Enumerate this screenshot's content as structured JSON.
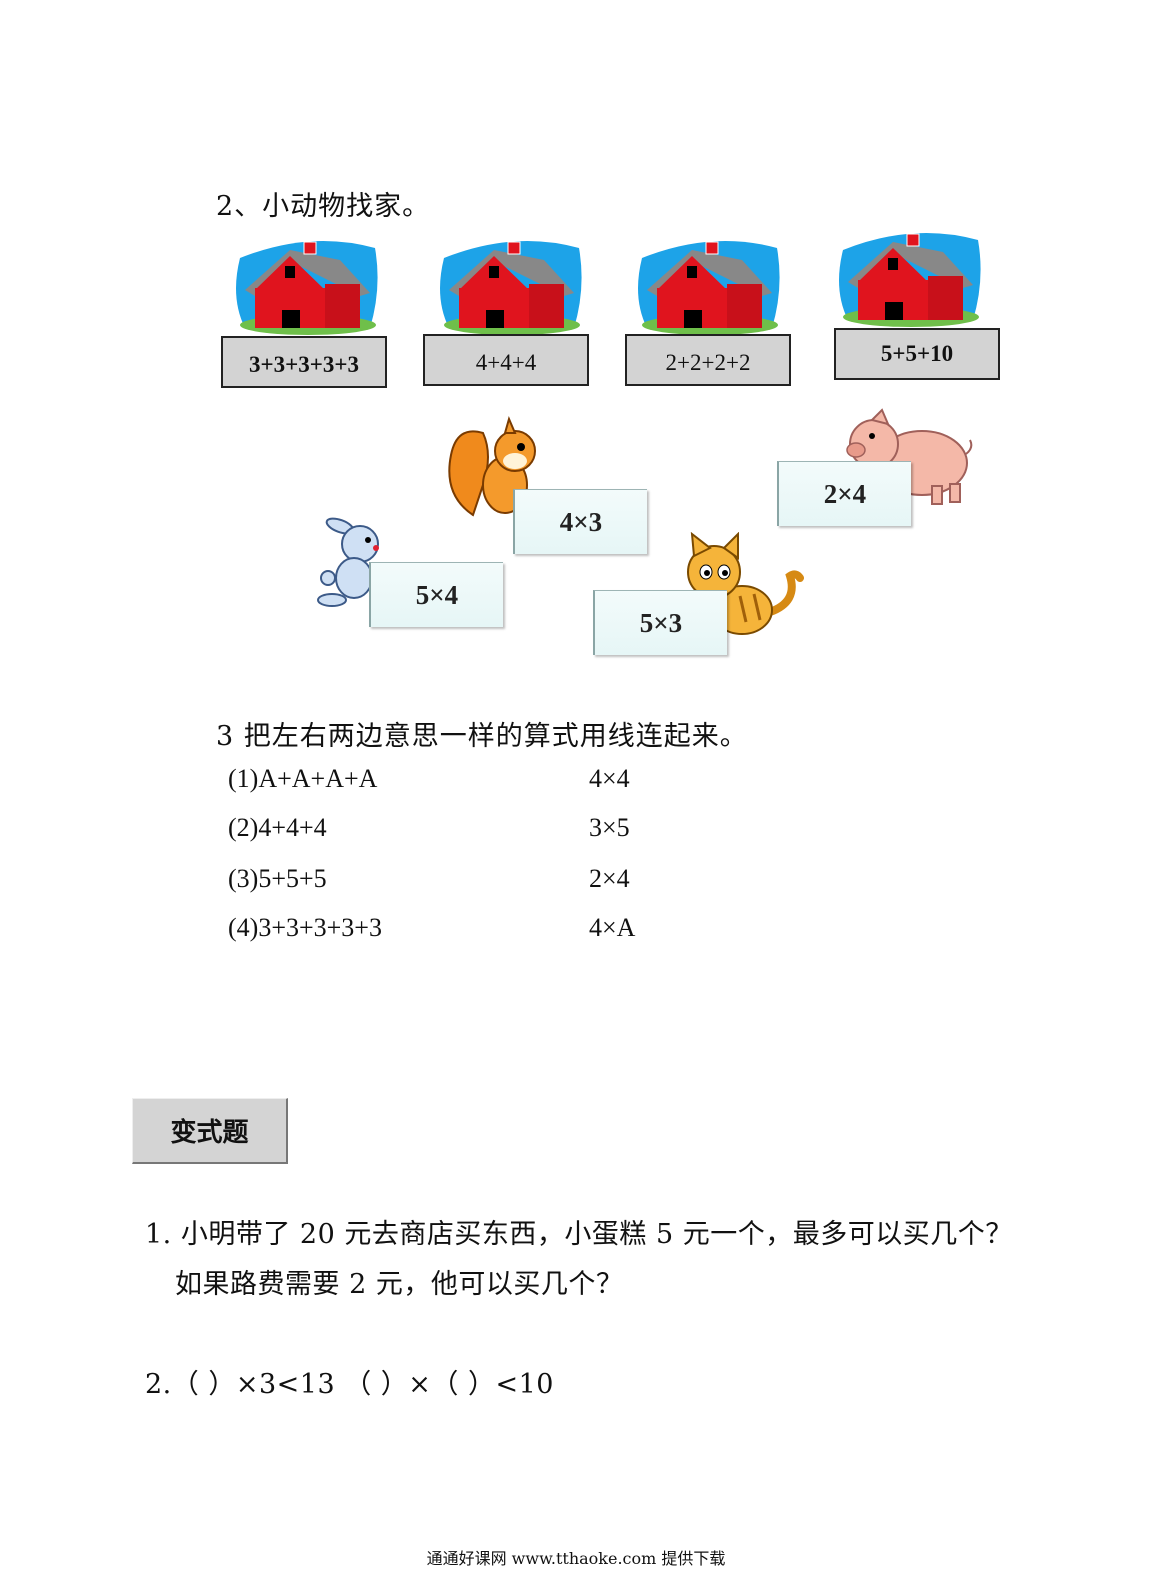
{
  "section2": {
    "heading": "2、小动物找家。",
    "houses": [
      {
        "label": "3+3+3+3+3"
      },
      {
        "label": "4+4+4"
      },
      {
        "label": "2+2+2+2"
      },
      {
        "label": "5+5+10"
      }
    ],
    "animals": [
      {
        "animal": "squirrel-icon",
        "label": "4×3"
      },
      {
        "animal": "pig-icon",
        "label": "2×4"
      },
      {
        "animal": "rabbit-icon",
        "label": "5×4"
      },
      {
        "animal": "cat-icon",
        "label": "5×3"
      }
    ]
  },
  "section3": {
    "heading": "3 把左右两边意思一样的算式用线连起来。",
    "left": [
      "(1)A+A+A+A",
      "(2)4+4+4",
      "(3)5+5+5",
      "(4)3+3+3+3+3"
    ],
    "right": [
      "4×4",
      "3×5",
      "2×4",
      "4×A"
    ]
  },
  "variant": {
    "title": "变式题",
    "q1_line1": "1. 小明带了 20 元去商店买东西，小蛋糕 5 元一个，最多可以买几个？",
    "q1_line2": "如果路费需要 2 元，他可以买几个？",
    "q2": "2.（  ）×3<13  （  ）×（  ）<10"
  },
  "footer": "通通好课网  www.tthaoke.com  提供下载"
}
